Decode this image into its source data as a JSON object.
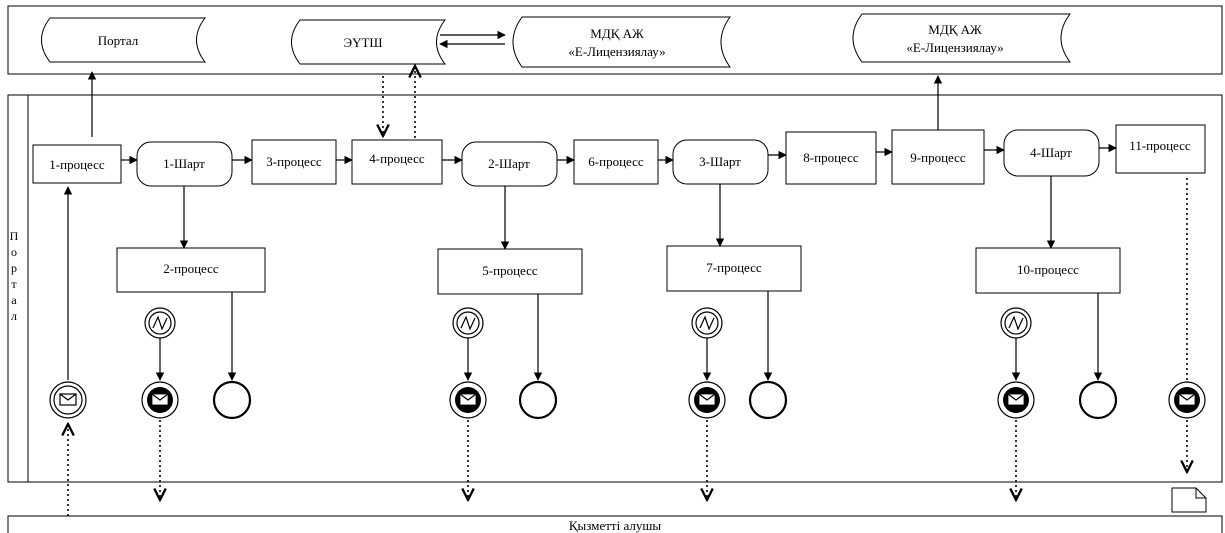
{
  "lanes": {
    "top_title": "",
    "portal_label": "Портал",
    "bottom_label": "Қызметті алушы"
  },
  "systems": {
    "portal": "Портал",
    "eutsh": "ЭҮТШ",
    "mdk1_line1": "МДҚ АЖ",
    "mdk1_line2": "«Е-Лицензиялау»",
    "mdk2_line1": "МДҚ АЖ",
    "mdk2_line2": "«Е-Лицензиялау»"
  },
  "processes": {
    "p1": "1-процесс",
    "p2": "2-процесс",
    "p3": "3-процесс",
    "p4": "4-процесс",
    "p5": "5-процесс",
    "p6": "6-процесс",
    "p7": "7-процесс",
    "p8": "8-процесс",
    "p9": "9-процесс",
    "p10": "10-процесс",
    "p11": "11-процесс"
  },
  "conditions": {
    "c1": "1-Шарт",
    "c2": "2-Шарт",
    "c3": "3-Шарт",
    "c4": "4-Шарт"
  }
}
